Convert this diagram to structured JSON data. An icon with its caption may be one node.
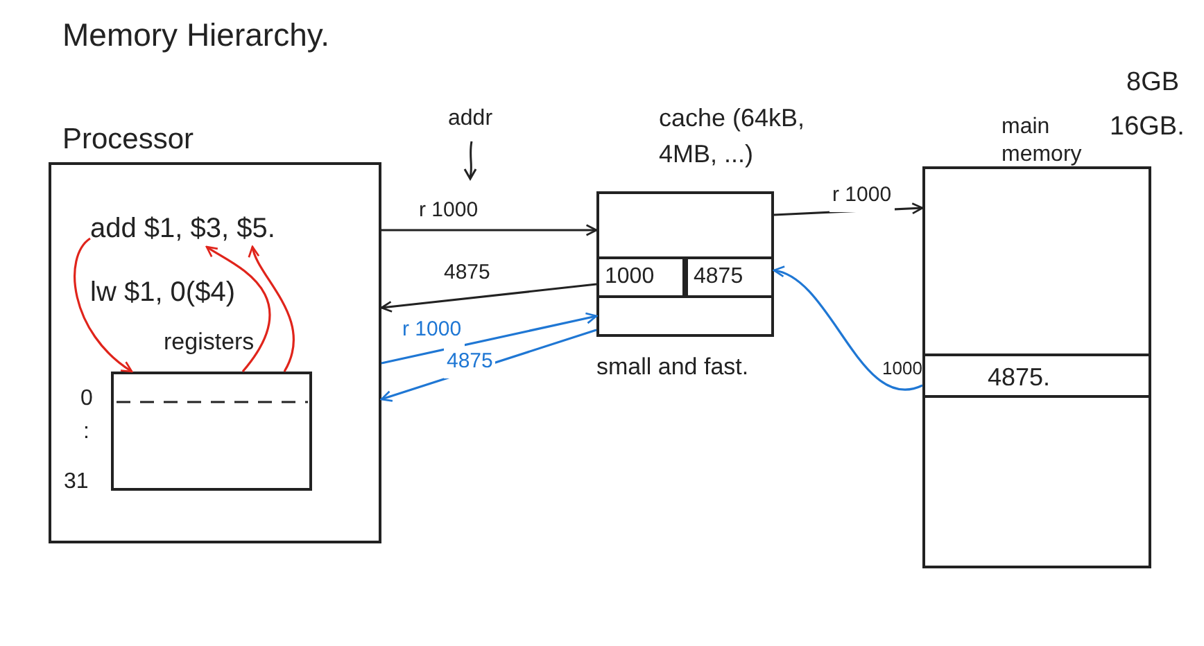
{
  "diagram": {
    "title": "Memory Hierarchy.",
    "nodes": [
      {
        "text": [
          "Processor"
        ]
      },
      {
        "text": [
          "add $1, $3, $5."
        ],
        "in": 0
      },
      {
        "text": [
          "lw $1, 0($4)"
        ],
        "in": 0
      },
      {
        "text": [
          "registers"
        ],
        "in": 0,
        "beside": [
          "0",
          ":",
          "31"
        ]
      },
      {
        "text": [
          "cache (64kB, 4MB, ...)"
        ],
        "beside": [
          "small and fast."
        ]
      },
      {
        "text": [
          "1000"
        ],
        "in": 4
      },
      {
        "text": [
          "4875"
        ],
        "in": 4
      },
      {
        "text": [
          "main memory"
        ],
        "beside": [
          "8GB",
          "16GB."
        ]
      },
      {
        "text": [
          "4875."
        ],
        "in": 7,
        "beside": [
          "1000"
        ]
      }
    ],
    "edges": [
      {
        "from": 0,
        "to": 4,
        "arrow": "to",
        "label": "r 1000"
      },
      {
        "from": 4,
        "to": 0,
        "arrow": "to",
        "label": "4875"
      },
      {
        "from": 0,
        "to": 4,
        "arrow": "to",
        "label": "r 1000",
        "color": "#1f77d4"
      },
      {
        "from": 4,
        "to": 0,
        "arrow": "to",
        "label": "4875",
        "color": "#1f77d4"
      },
      {
        "from": 4,
        "to": 7,
        "arrow": "to",
        "label": "r 1000"
      },
      {
        "from": 8,
        "to": 4,
        "arrow": "to",
        "color": "#1f77d4"
      },
      {
        "from": 1,
        "to": 3,
        "arrow": "to",
        "color": "#e0241b"
      },
      {
        "from": 3,
        "to": 1,
        "arrow": "to",
        "color": "#e0241b"
      },
      {
        "from": 3,
        "to": 1,
        "arrow": "to",
        "color": "#e0241b"
      }
    ],
    "labels": [
      "addr"
    ]
  }
}
